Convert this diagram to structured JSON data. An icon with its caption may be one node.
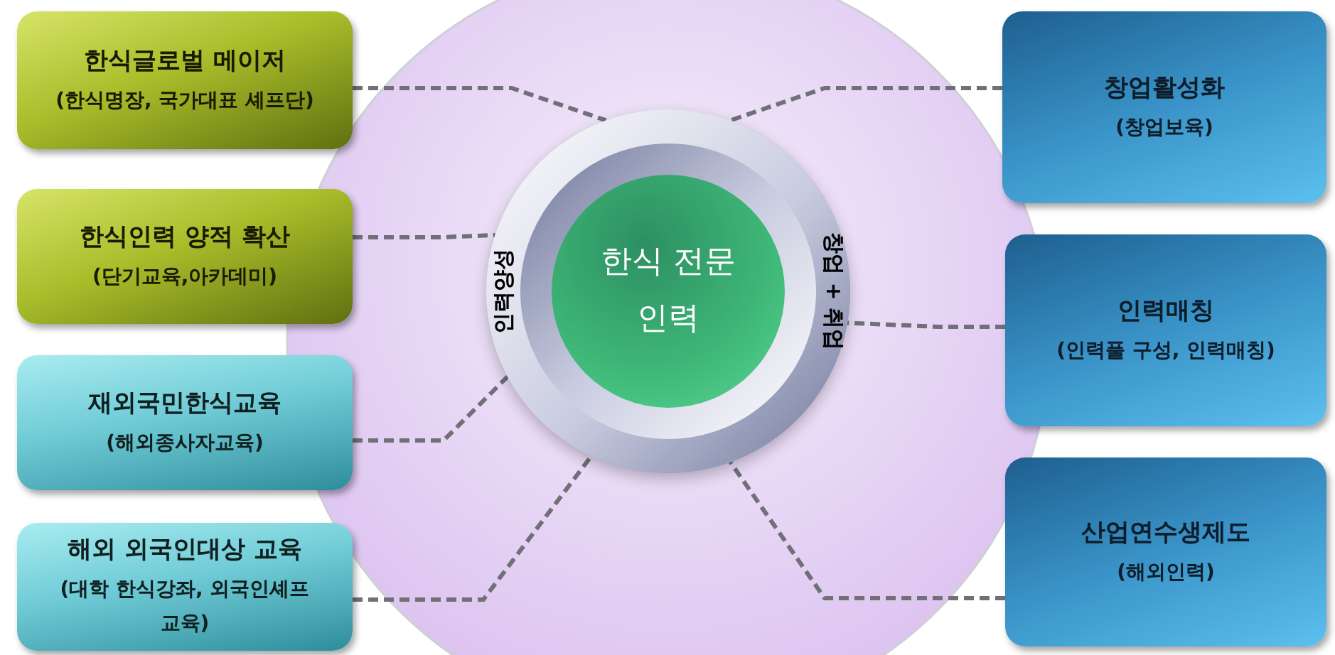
{
  "diagram": {
    "nodes": [
      {
        "text": [
          "인력양성",
          "창업 + 취업"
        ]
      },
      {
        "text": [
          "한식 전문인력"
        ],
        "in": 0
      },
      {
        "text": [
          "한식글로벌 메이저",
          "(한식명장, 국가대표 셰프단)"
        ]
      },
      {
        "text": [
          "한식인력 양적 확산",
          "(단기교육,아카데미)"
        ]
      },
      {
        "text": [
          "재외국민한식교육",
          "(해외종사자교육)"
        ]
      },
      {
        "text": [
          "해외 외국인대상 교육",
          "(대학 한식강좌, 외국인셰프 교육)"
        ]
      },
      {
        "text": [
          "창업활성화",
          "(창업보육)"
        ]
      },
      {
        "text": [
          "인력매칭",
          "(인력풀 구성, 인력매칭)"
        ]
      },
      {
        "text": [
          "산업연수생제도",
          "(해외인력)"
        ]
      }
    ],
    "edges": [
      {
        "from": 2,
        "to": 0,
        "arrow": "none",
        "style": "dashed"
      },
      {
        "from": 3,
        "to": 0,
        "arrow": "none",
        "style": "dashed"
      },
      {
        "from": 4,
        "to": 0,
        "arrow": "none",
        "style": "dashed"
      },
      {
        "from": 5,
        "to": 0,
        "arrow": "none",
        "style": "dashed"
      },
      {
        "from": 6,
        "to": 0,
        "arrow": "none",
        "style": "dashed"
      },
      {
        "from": 7,
        "to": 0,
        "arrow": "none",
        "style": "dashed"
      },
      {
        "from": 8,
        "to": 0,
        "arrow": "none",
        "style": "dashed"
      }
    ]
  }
}
